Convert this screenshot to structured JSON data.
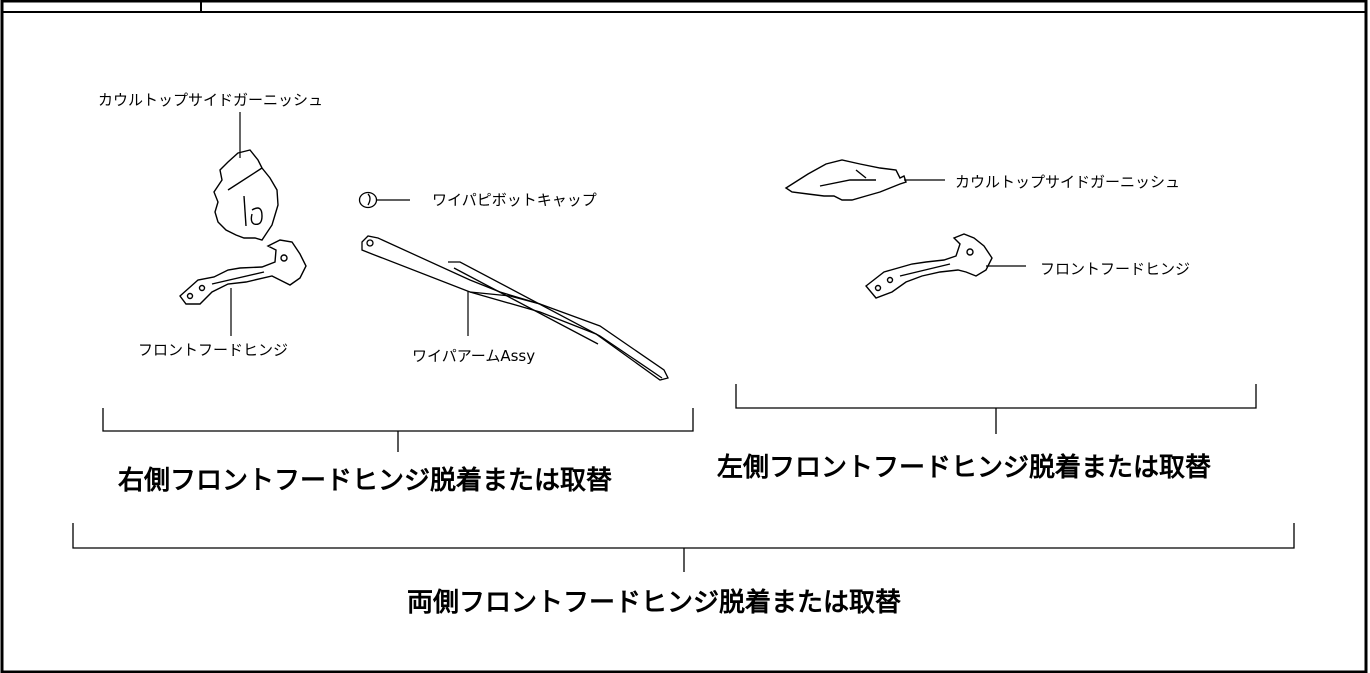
{
  "parts": {
    "right_garnish": "カウルトップサイドガーニッシュ",
    "right_hinge": "フロントフードヒンジ",
    "pivot_cap": "ワイパピボットキャップ",
    "wiper_arm": "ワイパアームAssy",
    "left_garnish": "カウルトップサイドガーニッシュ",
    "left_hinge": "フロントフードヒンジ"
  },
  "groups": {
    "right": "右側フロントフードヒンジ脱着または取替",
    "left": "左側フロントフードヒンジ脱着または取替",
    "both": "両側フロントフードヒンジ脱着または取替"
  }
}
